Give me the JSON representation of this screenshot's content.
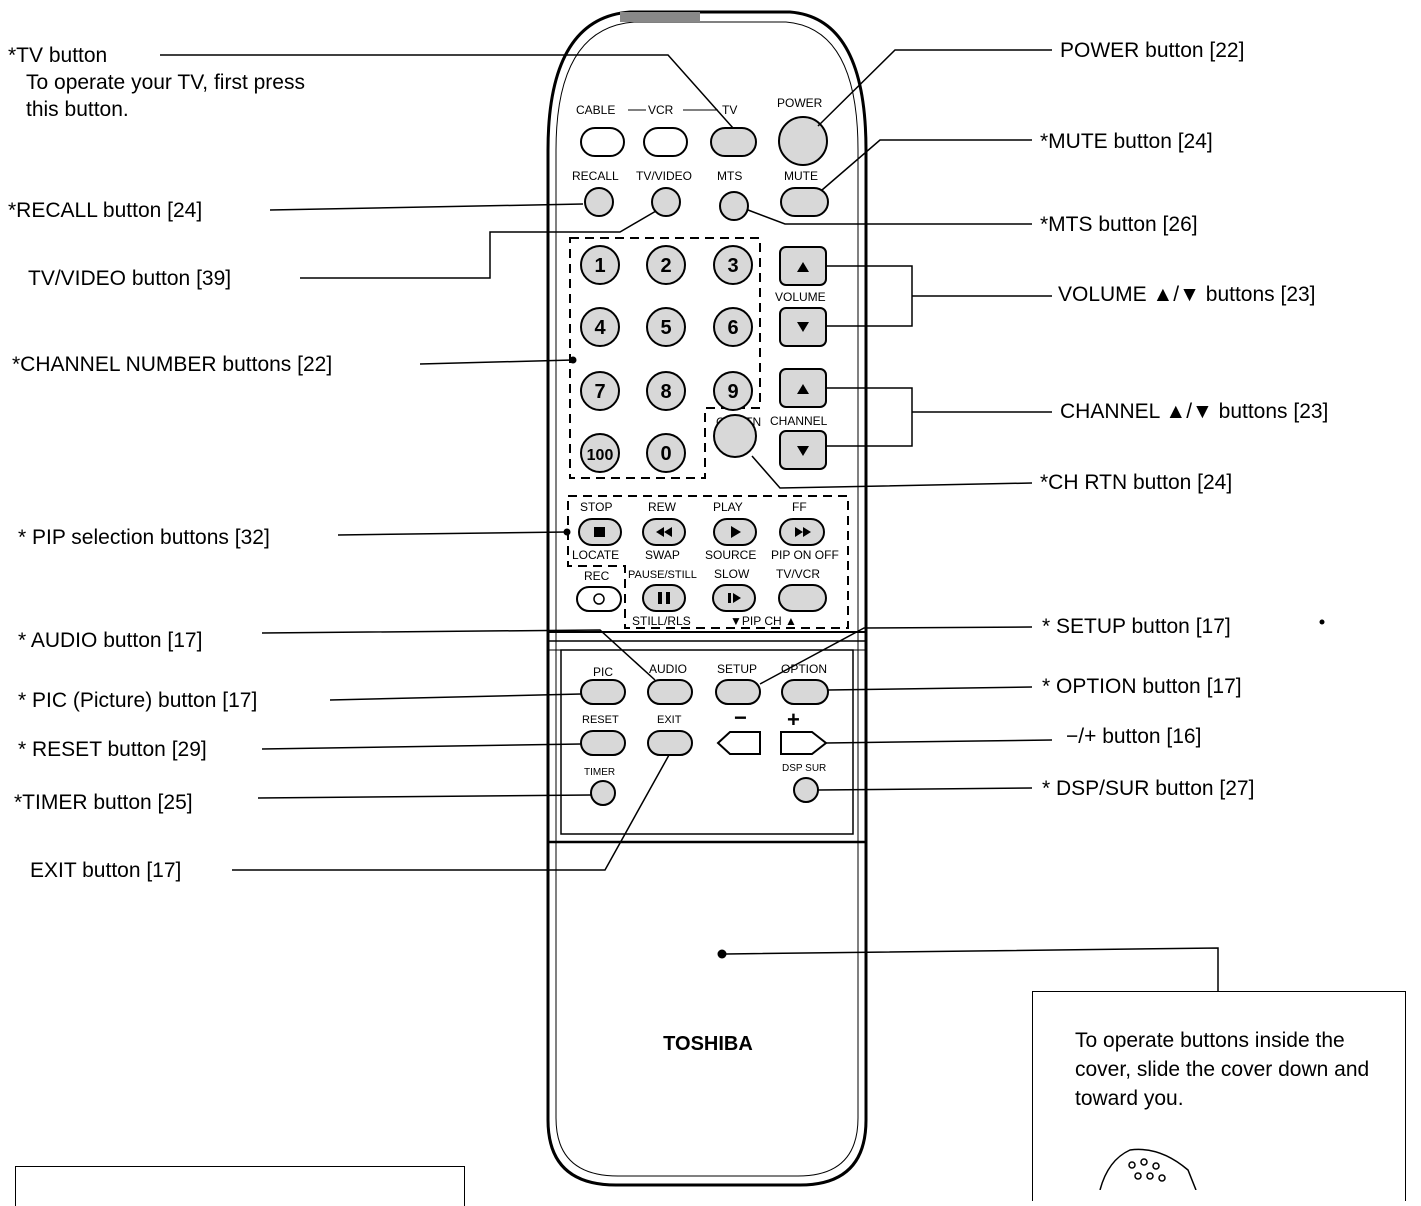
{
  "remote": {
    "mode_labels": {
      "cable": "CABLE",
      "vcr": "VCR",
      "tv": "TV",
      "power": "POWER"
    },
    "row2_labels": {
      "recall": "RECALL",
      "tvvideo": "TV/VIDEO",
      "mts": "MTS",
      "mute": "MUTE"
    },
    "digits": [
      "1",
      "2",
      "3",
      "4",
      "5",
      "6",
      "7",
      "8",
      "9",
      "100",
      "0"
    ],
    "volume": "VOLUME",
    "channel": "CHANNEL",
    "chrtn": "CH RTN",
    "vcr_top": {
      "stop": "STOP",
      "rew": "REW",
      "play": "PLAY",
      "ff": "FF"
    },
    "vcr_mid": {
      "locate": "LOCATE",
      "swap": "SWAP",
      "source": "SOURCE",
      "pip_onoff": "PIP ON OFF"
    },
    "vcr_low": {
      "rec": "REC",
      "pause": "PAUSE/STILL",
      "slow": "SLOW",
      "tvvcr": "TV/VCR"
    },
    "vcr_bottom": {
      "stillrls": "STILL/RLS",
      "pipch": "▼PIP CH ▲"
    },
    "menu": {
      "pic": "PIC",
      "audio": "AUDIO",
      "setup": "SETUP",
      "option": "OPTION"
    },
    "menu2": {
      "reset": "RESET",
      "exit": "EXIT",
      "minus": "−",
      "plus": "+"
    },
    "menu3": {
      "timer": "TIMER",
      "dspsur": "DSP SUR"
    },
    "brand": "TOSHIBA"
  },
  "callouts": {
    "tv_button": "*TV button",
    "tv_button_desc1": "To operate your TV, first press",
    "tv_button_desc2": "this button.",
    "recall": "*RECALL button [24]",
    "tvvideo": "TV/VIDEO button [39]",
    "channel_number": "*CHANNEL NUMBER buttons [22]",
    "pip_selection": "* PIP selection buttons [32]",
    "audio": "* AUDIO button [17]",
    "pic": "* PIC (Picture) button [17]",
    "reset": "* RESET button [29]",
    "timer": "*TIMER button [25]",
    "exit": "EXIT button [17]",
    "power": "POWER button [22]",
    "mute": "*MUTE button [24]",
    "mts": "*MTS button [26]",
    "volume": "VOLUME ▲/▼ buttons [23]",
    "channel": "CHANNEL ▲/▼ buttons [23]",
    "chrtn": "*CH RTN button [24]",
    "setup": "* SETUP button [17]",
    "option": "* OPTION button [17]",
    "minusplus": "−/+ button [16]",
    "dspsur": "* DSP/SUR button [27]"
  },
  "cover_note": "To operate buttons inside the cover, slide the cover down and toward you."
}
